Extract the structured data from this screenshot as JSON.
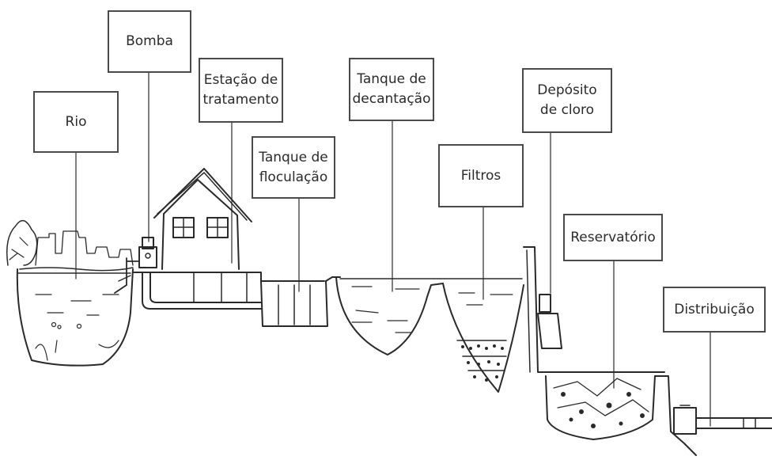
{
  "labels": {
    "rio": "Rio",
    "bomba": "Bomba",
    "estacao": [
      "Estação de",
      "tratamento"
    ],
    "floculacao": [
      "Tanque de",
      "floculação"
    ],
    "decantacao": [
      "Tanque de",
      "decantação"
    ],
    "filtros": "Filtros",
    "cloro": [
      "Depósito",
      "de cloro"
    ],
    "reservatorio": "Reservatório",
    "distribuicao": "Distribuição"
  },
  "colors": {
    "ink": "#2a2a2a",
    "box_border": "#4a4a4a",
    "background": "#ffffff"
  }
}
